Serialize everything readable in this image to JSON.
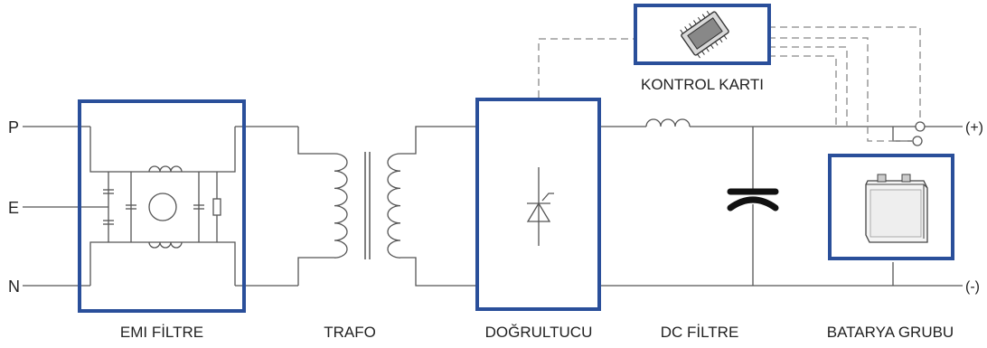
{
  "colors": {
    "accent_box": "#2a4f9a",
    "line": "#555555",
    "dashed": "#888888",
    "text": "#222222"
  },
  "inputs": {
    "p_label": "P",
    "e_label": "E",
    "n_label": "N"
  },
  "outputs": {
    "plus_label": "(+)",
    "minus_label": "(-)"
  },
  "blocks": {
    "emi_filter": "EMI FİLTRE",
    "transformer": "TRAFO",
    "rectifier": "DOĞRULTUCU",
    "dc_filter": "DC FİLTRE",
    "battery_group": "BATARYA GRUBU",
    "control_card": "KONTROL KARTI"
  },
  "icons": {
    "control_card": "chip-icon",
    "battery": "battery-icon",
    "rectifier": "thyristor-icon",
    "dc_filter": "capacitor-icon"
  }
}
